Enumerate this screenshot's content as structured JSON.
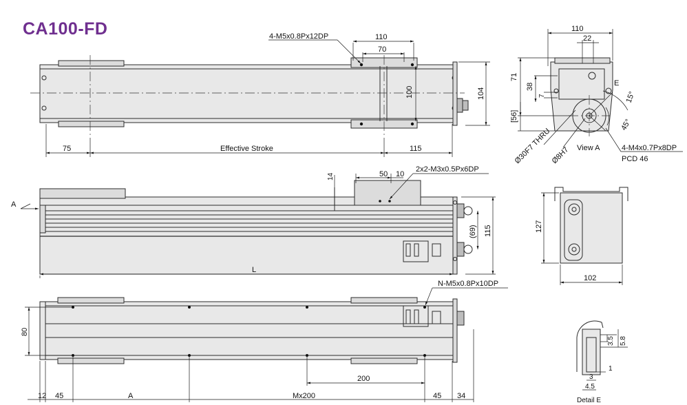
{
  "title": "CA100-FD",
  "top_view": {
    "callout_tap": "4-M5x0.8Px12DP",
    "dim_110": "110",
    "dim_70": "70",
    "dim_100": "100",
    "dim_104": "104",
    "dim_75": "75",
    "effective_stroke": "Effective Stroke",
    "dim_115": "115"
  },
  "side_view": {
    "view_arrow": "A",
    "dim_14": "14",
    "dim_50": "50",
    "dim_10": "10",
    "callout_tap": "2x2-M3x0.5Px6DP",
    "dim_69": "(69)",
    "dim_115": "115",
    "length": "L"
  },
  "bottom_view": {
    "callout_tap": "N-M5x0.8Px10DP",
    "dim_80": "80",
    "dim_200": "200",
    "dim_12": "12",
    "dim_45_left": "45",
    "dim_A": "A",
    "dim_Mx200": "Mx200",
    "dim_45_right": "45",
    "dim_34": "34"
  },
  "end_view_a": {
    "dim_110": "110",
    "dim_22": "22",
    "dim_71": "71",
    "dim_38": "38",
    "dim_7": "7",
    "dim_56": "[56]",
    "detail_marker": "E",
    "angle_15": "15°",
    "angle_45": "45°",
    "hole_thru": "Ø30F7 THRU",
    "hole_pin": "Ø8H7",
    "view_label": "View A",
    "tap": "4-M4x0.7Px8DP",
    "pcd": "PCD 46"
  },
  "end_view_front": {
    "dim_127": "127",
    "dim_102": "102"
  },
  "detail_e": {
    "dim_3_5": "3.5",
    "dim_5_8": "5.8",
    "dim_1": "1",
    "dim_3": "3",
    "dim_4_5": "4.5",
    "label": "Detail E"
  }
}
